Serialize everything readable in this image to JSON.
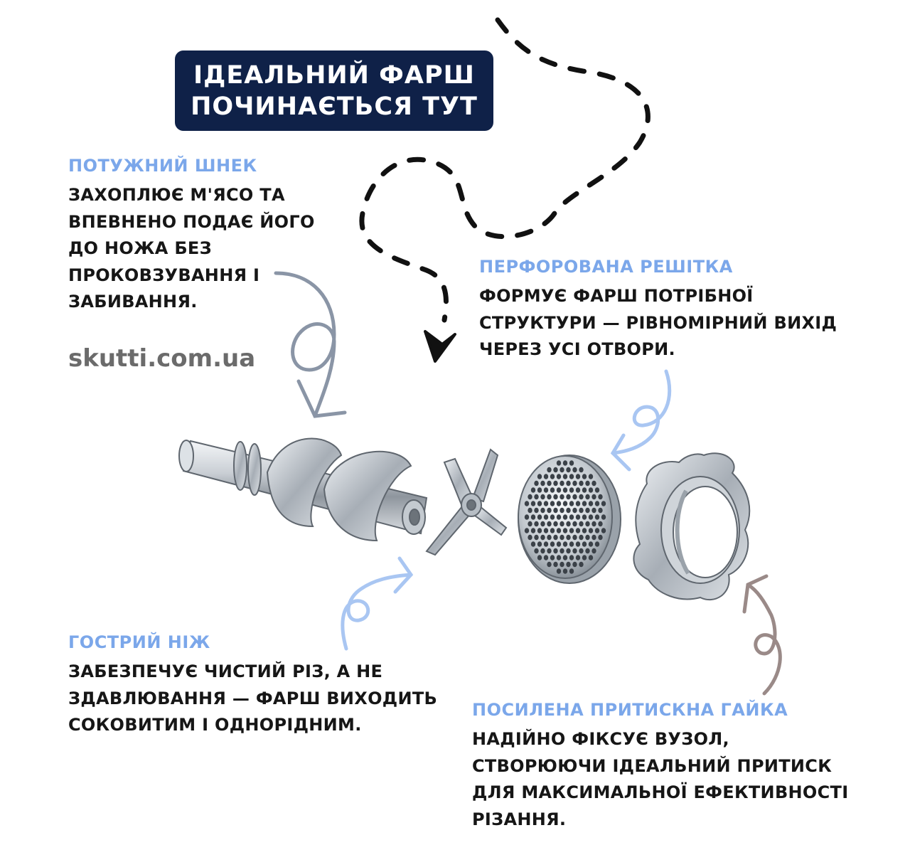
{
  "title": {
    "line1": "Ідеальний фарш",
    "line2": "починається тут"
  },
  "sections": {
    "auger": {
      "heading": "Потужний шнек",
      "lines": [
        "захоплює м'ясо та",
        "впевнено подає його",
        "до ножа без",
        "проковзування і",
        "забивання."
      ]
    },
    "plate": {
      "heading": "Перфорована решітка",
      "lines": [
        "формує фарш потрібної",
        "структури — рівномірний вихід",
        "через усі отвори."
      ]
    },
    "knife": {
      "heading": "Гострий ніж",
      "lines": [
        "забезпечує чистий різ, а не",
        "здавлювання — фарш виходить",
        "соковитим і однорідним."
      ]
    },
    "nut": {
      "heading": "Посилена притискна гайка",
      "lines": [
        "надійно фіксує вузол,",
        "створюючи ідеальний притиск",
        "для максимальної ефективності",
        "різання."
      ]
    }
  },
  "website": "skutti.com.ua",
  "colors": {
    "title_bg": "#0f2148",
    "heading": "#7ba7ea",
    "body_text": "#161616",
    "arrow_gray": "#8a95a6",
    "arrow_blue": "#a9c6f2",
    "arrow_brown": "#9a8a88"
  }
}
